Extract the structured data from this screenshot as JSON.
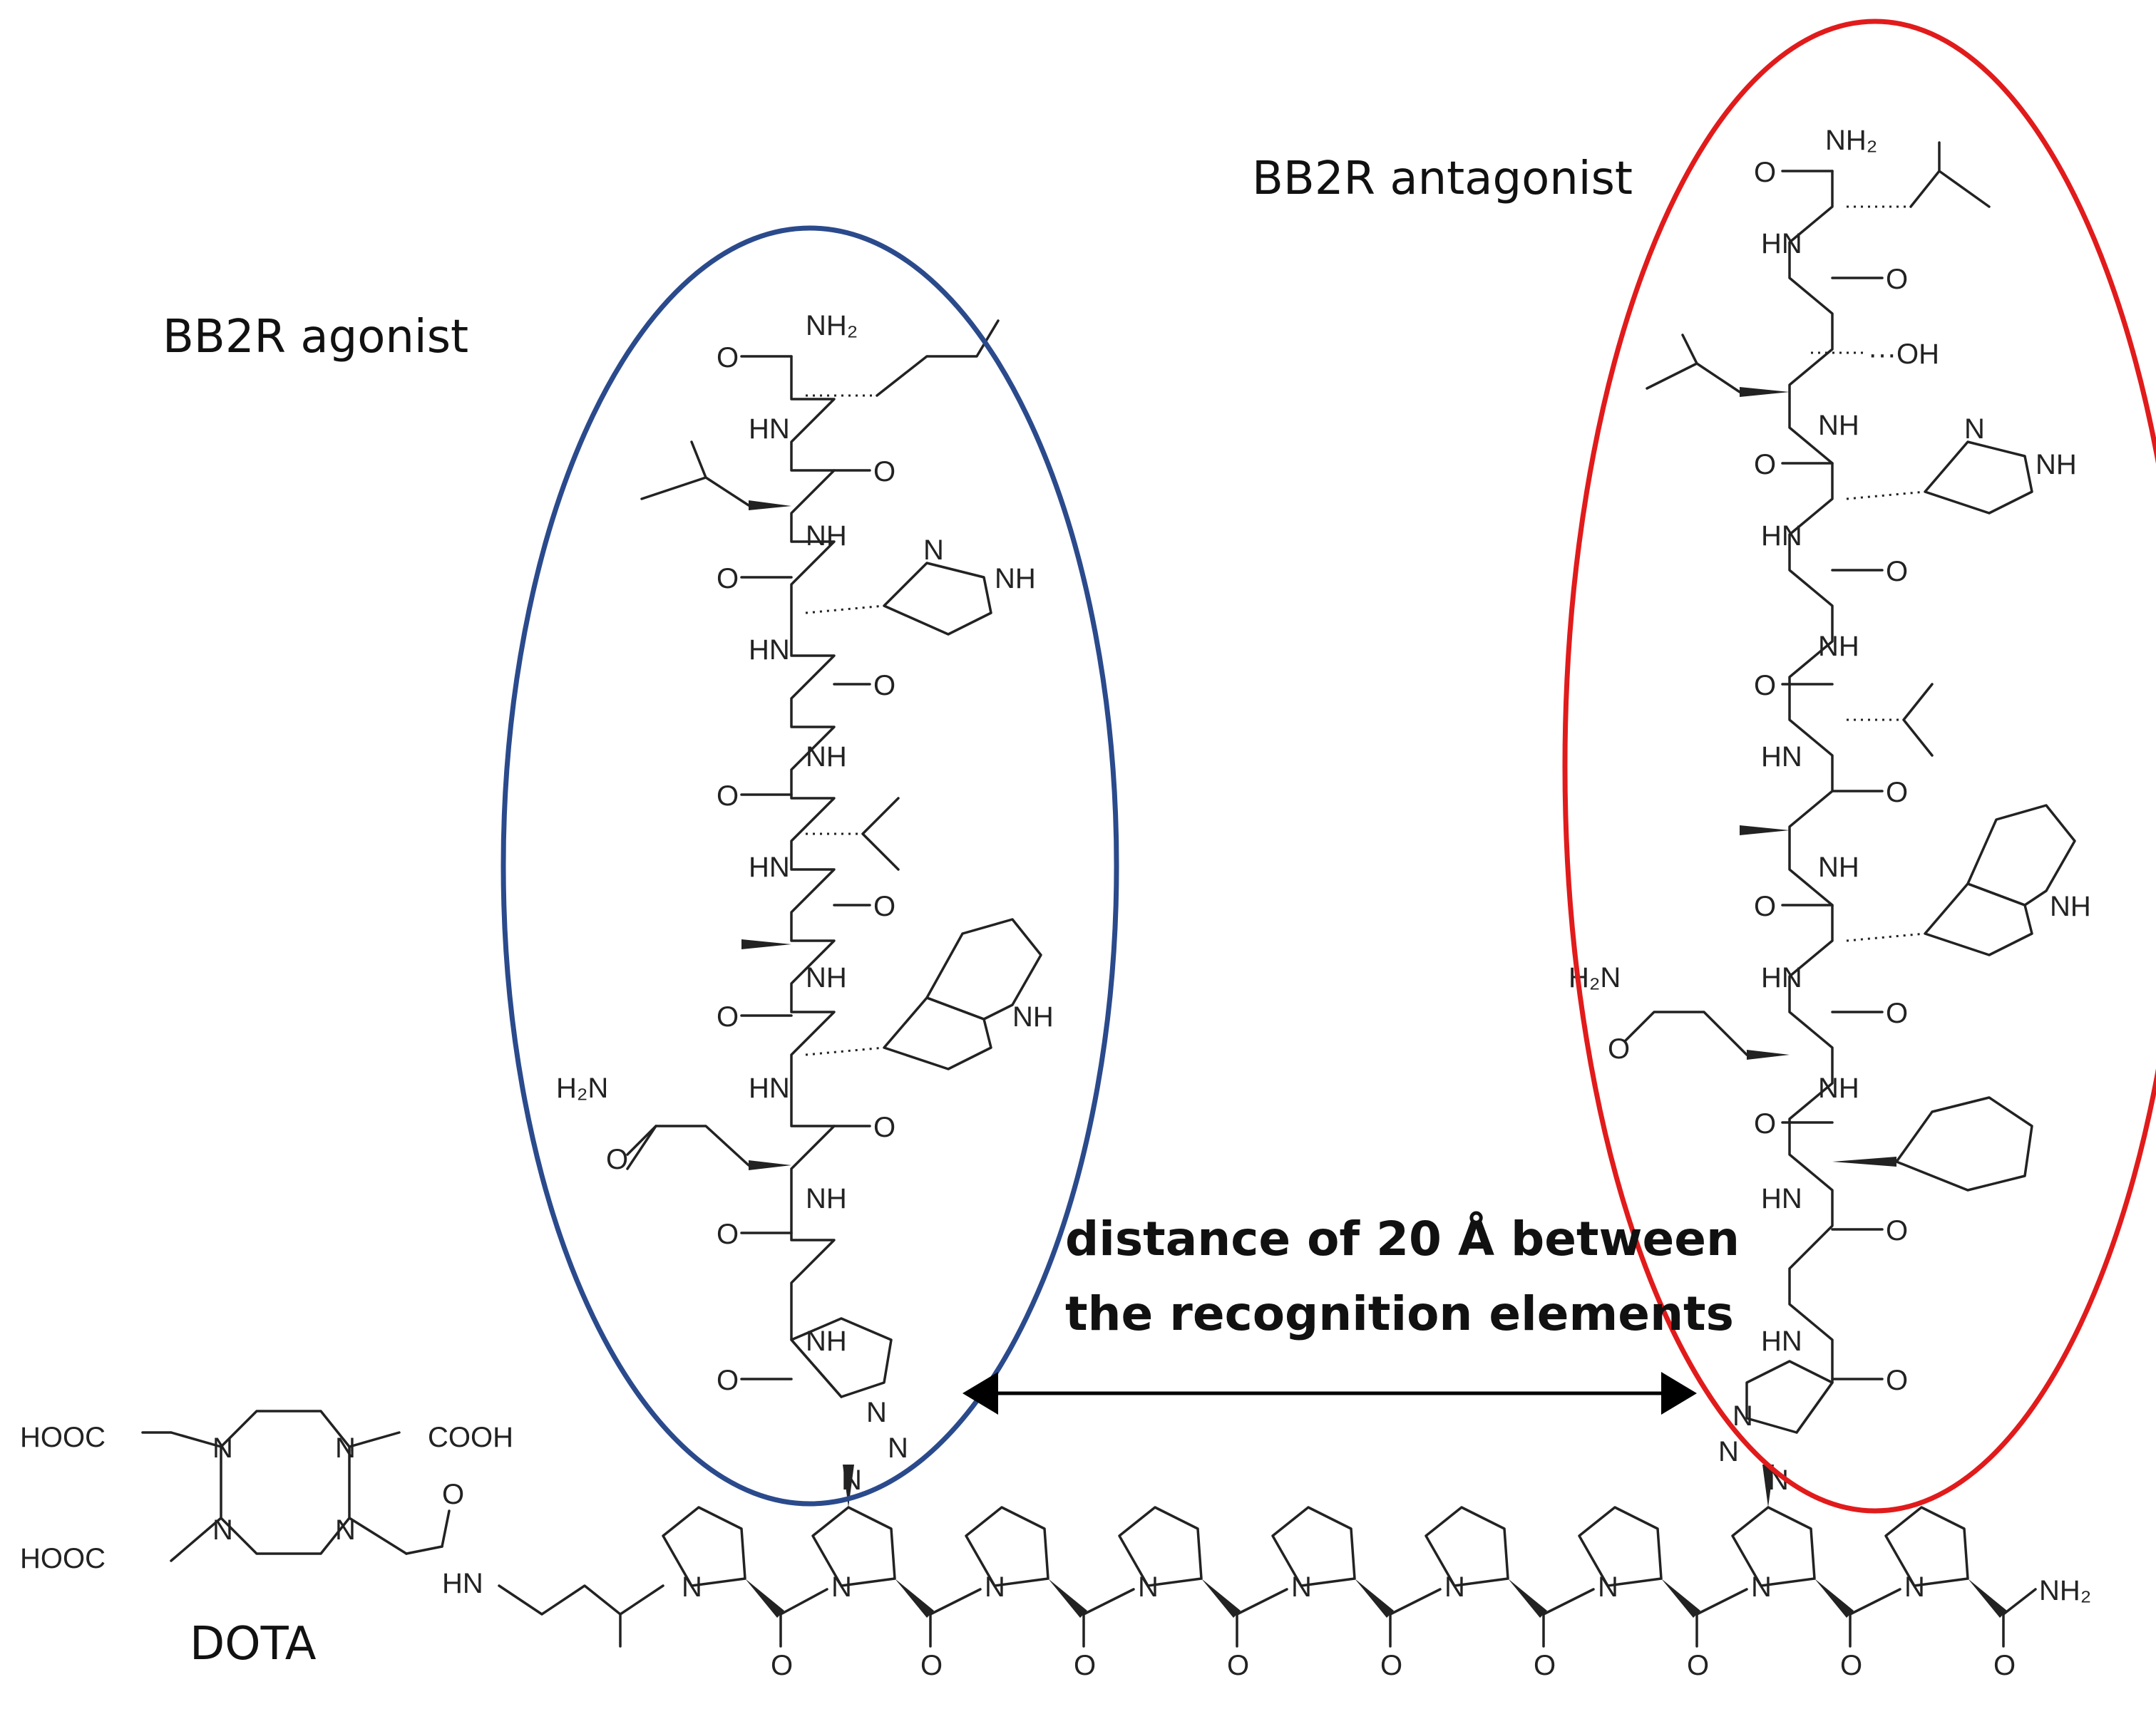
{
  "labels": {
    "agonist": "BB2R agonist",
    "antagonist": "BB2R antagonist",
    "dota": "DOTA",
    "distance_line1": "distance of 20 Å between",
    "distance_line2": "the recognition elements"
  },
  "atoms": {
    "nh2": "NH₂",
    "h2n": "H₂N",
    "nh": "NH",
    "hn": "HN",
    "o": "O",
    "n": "N",
    "oh": "···OH",
    "hooc": "HOOC",
    "cooh": "COOH",
    "nh2_tail": "NH₂"
  },
  "colors": {
    "agonist_ellipse": "#2a4a8c",
    "antagonist_ellipse": "#e11b1b",
    "arrow": "#000000",
    "structure": "#222222"
  },
  "icons": {
    "distance_arrow": "double-headed-arrow"
  }
}
